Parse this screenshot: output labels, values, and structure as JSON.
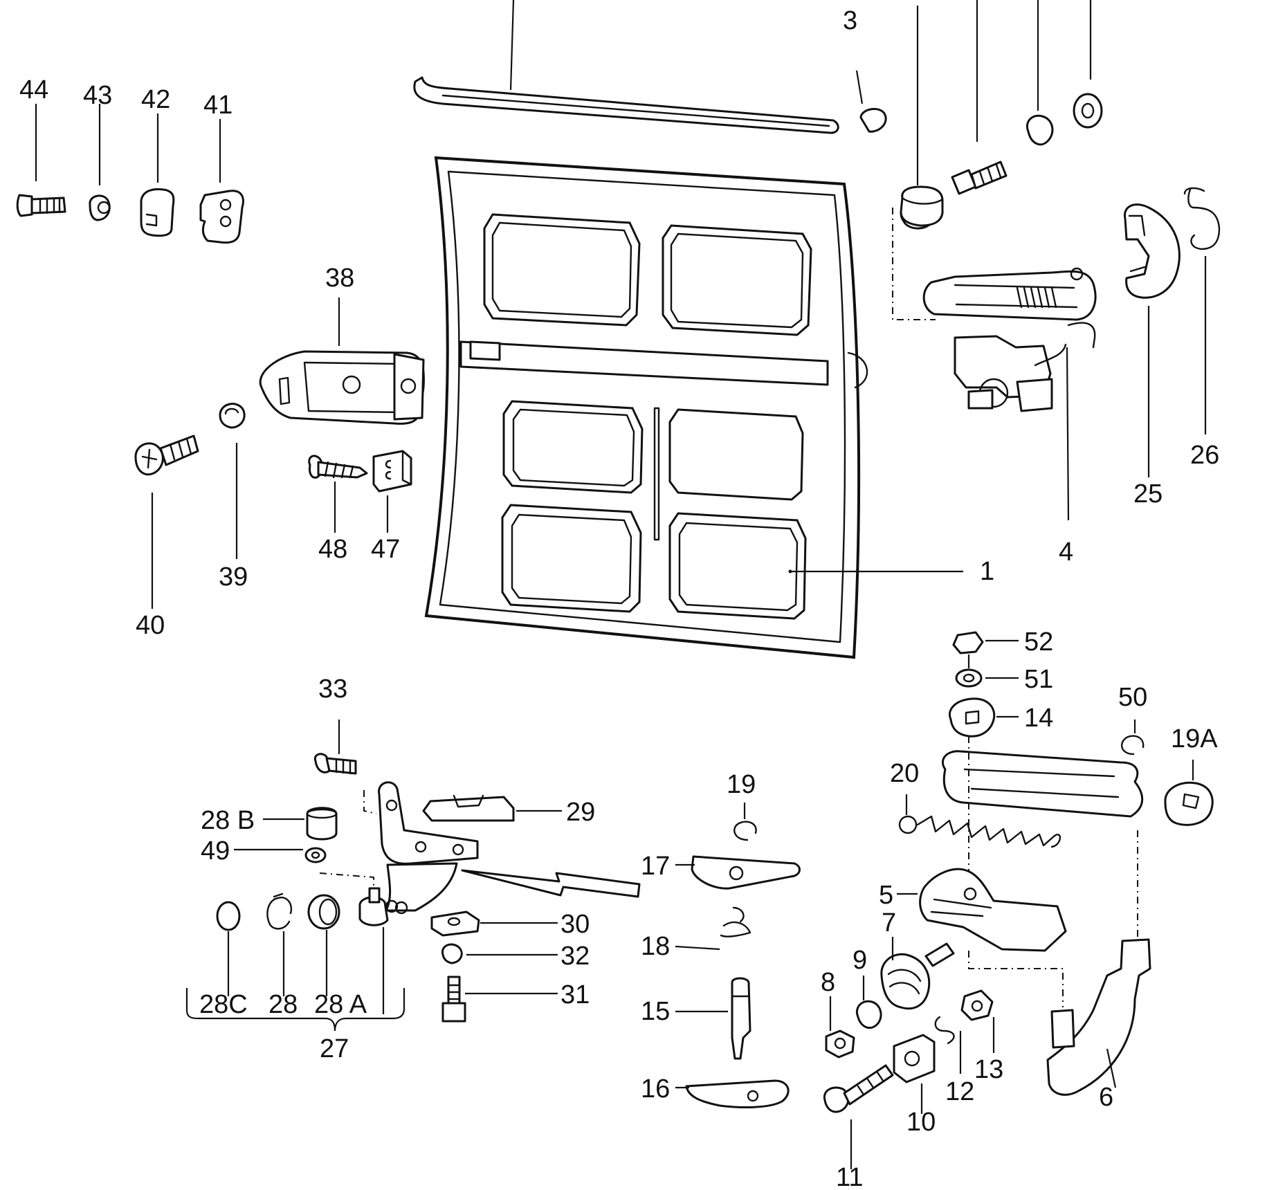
{
  "diagram": {
    "labels": {
      "l1": "1",
      "l3": "3",
      "l4": "4",
      "l5": "5",
      "l6": "6",
      "l7": "7",
      "l8": "8",
      "l9": "9",
      "l10": "10",
      "l11": "11",
      "l12": "12",
      "l13": "13",
      "l14": "14",
      "l15": "15",
      "l16": "16",
      "l17": "17",
      "l18": "18",
      "l19": "19",
      "l19a": "19A",
      "l20": "20",
      "l25": "25",
      "l26": "26",
      "l27": "27",
      "l28": "28",
      "l28a": "28 A",
      "l28b": "28 B",
      "l28c": "28C",
      "l29": "29",
      "l30": "30",
      "l31": "31",
      "l32": "32",
      "l33": "33",
      "l38": "38",
      "l39": "39",
      "l40": "40",
      "l41": "41",
      "l42": "42",
      "l43": "43",
      "l44": "44",
      "l47": "47",
      "l48": "48",
      "l49": "49",
      "l50": "50",
      "l51": "51",
      "l52": "52"
    }
  }
}
